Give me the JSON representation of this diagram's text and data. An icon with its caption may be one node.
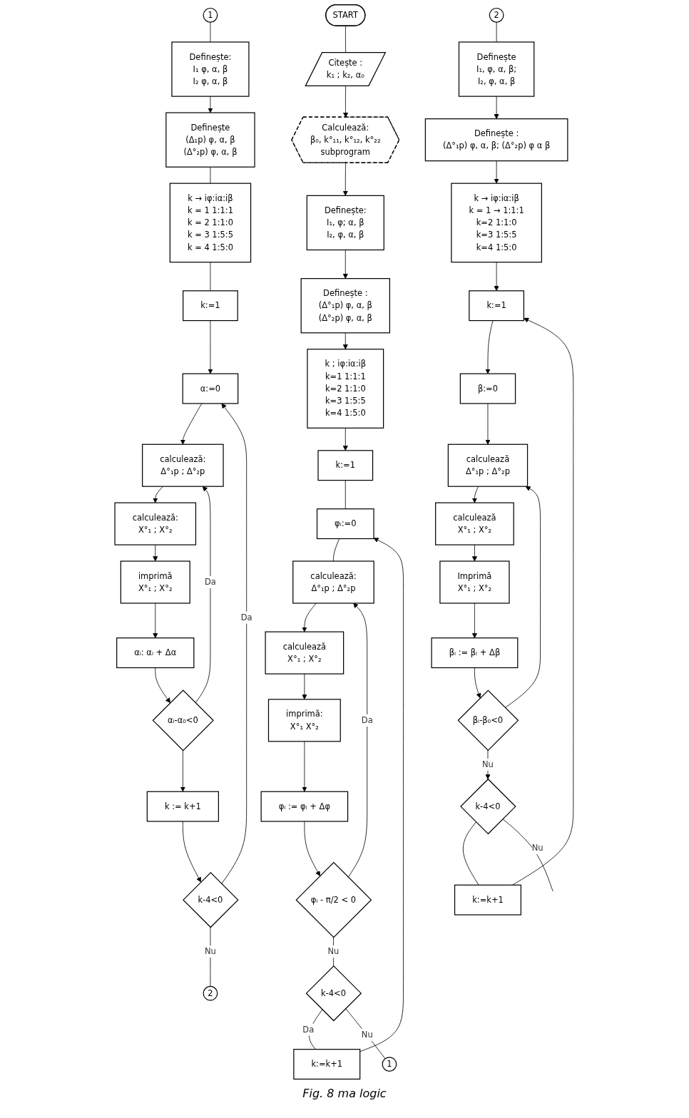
{
  "diagram": {
    "caption": "Fig. 8 ma logic",
    "nodes": [
      {
        "text": [
          "START"
        ]
      },
      {
        "text": [
          "Citește :",
          "k₁ ; k₂, α₀"
        ]
      },
      {
        "text": [
          "Calculează:",
          "β₀, k°₁₁, k°₁₂, k°₂₂",
          "subprogram"
        ]
      },
      {
        "text": [
          "Definește:",
          "I₁, φ; α, β",
          "I₂, φ, α, β"
        ]
      },
      {
        "text": [
          "Definește :",
          "(Δ°₁p) φ, α, β",
          "(Δ°₂p) φ, α, β"
        ]
      },
      {
        "text": [
          "k ; iφ:iα:iβ",
          "k=1 1:1:1",
          "k=2 1:1:0",
          "k=3 1:5:5",
          "k=4 1:5:0"
        ]
      },
      {
        "text": [
          "k:=1"
        ]
      },
      {
        "text": [
          "φᵢ:=0"
        ]
      },
      {
        "text": [
          "calculează:",
          "Δ°₁p ; Δ°₂p"
        ]
      },
      {
        "text": [
          "calculează",
          "X°₁ ; X°₂"
        ]
      },
      {
        "text": [
          "imprimă:",
          "X°₁ X°₂"
        ]
      },
      {
        "text": [
          "φᵢ := φᵢ + Δφ"
        ]
      },
      {
        "text": [
          "φᵢ - π/2 < 0"
        ]
      },
      {
        "text": [
          "k-4<0"
        ]
      },
      {
        "text": [
          "k:=k+1"
        ]
      },
      {
        "text": [
          "1"
        ]
      },
      {
        "text": [
          "1"
        ]
      },
      {
        "text": [
          "Definește:",
          "I₁ φ, α, β",
          "I₂ φ, α, β"
        ]
      },
      {
        "text": [
          "Definește",
          "(Δ₁p) φ, α, β",
          "(Δ°₂p) φ, α, β"
        ]
      },
      {
        "text": [
          "k → iφ:iα:iβ",
          "k = 1 1:1:1",
          "k = 2 1:1:0",
          "k = 3 1:5:5",
          "k = 4 1:5:0"
        ]
      },
      {
        "text": [
          "k:=1"
        ]
      },
      {
        "text": [
          "α:=0"
        ]
      },
      {
        "text": [
          "calculează:",
          "Δ°₁p ; Δ°₂p"
        ]
      },
      {
        "text": [
          "calculează:",
          "X°₁ ; X°₂"
        ]
      },
      {
        "text": [
          "imprimă",
          "X°₁ ; X°₂"
        ]
      },
      {
        "text": [
          "αᵢ: αᵢ + Δα"
        ]
      },
      {
        "text": [
          "αᵢ-α₀<0"
        ]
      },
      {
        "text": [
          "k := k+1"
        ]
      },
      {
        "text": [
          "k-4<0"
        ]
      },
      {
        "text": [
          "2"
        ]
      },
      {
        "text": [
          "2"
        ]
      },
      {
        "text": [
          "Definește",
          "I₁, φ, α, β;",
          "I₂, φ, α, β"
        ]
      },
      {
        "text": [
          "Definește :",
          "(Δ°₁p) φ, α, β; (Δ°₂p) φ α β"
        ]
      },
      {
        "text": [
          "k → iφ:iα:iβ",
          "k = 1 → 1:1:1",
          "k=2 1:1:0",
          "k=3 1:5:5",
          "k=4 1:5:0"
        ]
      },
      {
        "text": [
          "k:=1"
        ]
      },
      {
        "text": [
          "β:=0"
        ]
      },
      {
        "text": [
          "calculează",
          "Δ°₁p ; Δ°₂p"
        ]
      },
      {
        "text": [
          "calculează",
          "X°₁ ; X°₂"
        ]
      },
      {
        "text": [
          "Imprimă",
          "X°₁ ; X°₂"
        ]
      },
      {
        "text": [
          "βᵢ := βᵢ + Δβ"
        ]
      },
      {
        "text": [
          "βᵢ-β₀<0"
        ]
      },
      {
        "text": [
          "k-4<0"
        ]
      },
      {
        "text": [
          "k:=k+1"
        ]
      }
    ],
    "edges": [
      {
        "from": 0,
        "to": 1,
        "arrow": "none"
      },
      {
        "from": 1,
        "to": 2,
        "arrow": "to"
      },
      {
        "from": 2,
        "to": 3,
        "arrow": "to"
      },
      {
        "from": 3,
        "to": 4,
        "arrow": "to"
      },
      {
        "from": 4,
        "to": 5,
        "arrow": "to"
      },
      {
        "from": 5,
        "to": 6,
        "arrow": "to"
      },
      {
        "from": 6,
        "to": 7,
        "arrow": "none"
      },
      {
        "from": 7,
        "to": 8,
        "arrow": "none"
      },
      {
        "from": 8,
        "to": 9,
        "arrow": "to"
      },
      {
        "from": 9,
        "to": 10,
        "arrow": "to"
      },
      {
        "from": 10,
        "to": 11,
        "arrow": "to"
      },
      {
        "from": 11,
        "to": 12,
        "arrow": "to"
      },
      {
        "from": 12,
        "to": 8,
        "label": "Da",
        "arrow": "to"
      },
      {
        "from": 12,
        "to": 13,
        "label": "Nu",
        "arrow": "none"
      },
      {
        "from": 13,
        "to": 14,
        "label": "Da",
        "arrow": "none"
      },
      {
        "from": 14,
        "to": 7,
        "arrow": "to"
      },
      {
        "from": 13,
        "to": 15,
        "label": "Nu",
        "arrow": "none"
      },
      {
        "from": 16,
        "to": 17,
        "arrow": "none"
      },
      {
        "from": 17,
        "to": 18,
        "arrow": "to"
      },
      {
        "from": 18,
        "to": 19,
        "arrow": "none"
      },
      {
        "from": 19,
        "to": 20,
        "arrow": "none"
      },
      {
        "from": 20,
        "to": 21,
        "arrow": "to"
      },
      {
        "from": 21,
        "to": 22,
        "arrow": "to"
      },
      {
        "from": 22,
        "to": 23,
        "arrow": "to"
      },
      {
        "from": 23,
        "to": 24,
        "arrow": "to"
      },
      {
        "from": 24,
        "to": 25,
        "arrow": "to"
      },
      {
        "from": 25,
        "to": 26,
        "arrow": "to"
      },
      {
        "from": 26,
        "to": 22,
        "label": "Da",
        "arrow": "to"
      },
      {
        "from": 26,
        "to": 27,
        "arrow": "to"
      },
      {
        "from": 27,
        "to": 28,
        "arrow": "to"
      },
      {
        "from": 28,
        "to": 21,
        "label": "Da",
        "arrow": "to"
      },
      {
        "from": 28,
        "to": 29,
        "label": "Nu",
        "arrow": "none"
      },
      {
        "from": 30,
        "to": 31,
        "arrow": "none"
      },
      {
        "from": 31,
        "to": 32,
        "arrow": "to"
      },
      {
        "from": 32,
        "to": 33,
        "arrow": "to"
      },
      {
        "from": 33,
        "to": 34,
        "arrow": "to"
      },
      {
        "from": 34,
        "to": 35,
        "arrow": "to"
      },
      {
        "from": 35,
        "to": 36,
        "arrow": "to"
      },
      {
        "from": 36,
        "to": 37,
        "arrow": "to"
      },
      {
        "from": 37,
        "to": 38,
        "arrow": "to"
      },
      {
        "from": 38,
        "to": 39,
        "arrow": "to"
      },
      {
        "from": 39,
        "to": 40,
        "arrow": "to"
      },
      {
        "from": 40,
        "to": 36,
        "arrow": "to"
      },
      {
        "from": 40,
        "to": 41,
        "label": "Nu",
        "arrow": "to"
      },
      {
        "from": 41,
        "to": 42,
        "arrow": "none"
      },
      {
        "from": 42,
        "to": 34,
        "arrow": "to"
      },
      {
        "from": 41,
        "to": null,
        "label": "Nu",
        "arrow": "none"
      }
    ]
  }
}
